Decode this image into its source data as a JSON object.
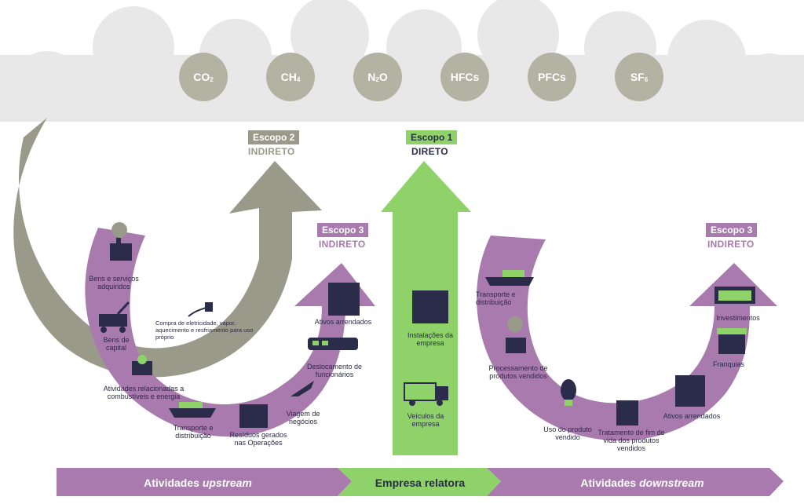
{
  "gases": [
    {
      "base": "CO",
      "sub": "2"
    },
    {
      "base": "CH",
      "sub": "4"
    },
    {
      "base": "N",
      "sub": "2",
      "suffix": "O"
    },
    {
      "base": "HFCs",
      "sub": ""
    },
    {
      "base": "PFCs",
      "sub": ""
    },
    {
      "base": "SF",
      "sub": "6"
    }
  ],
  "scopes": {
    "scope2": {
      "title": "Escopo 2",
      "type": "INDIRETO"
    },
    "scope1": {
      "title": "Escopo 1",
      "type": "DIRETO"
    },
    "scope3_up": {
      "title": "Escopo 3",
      "type": "INDIRETO"
    },
    "scope3_down": {
      "title": "Escopo 3",
      "type": "INDIRETO"
    }
  },
  "upstream": {
    "bens_servicos": "Bens e serviços adquiridos",
    "bens_capital": "Bens de capital",
    "atividades_combustiveis": "Atividades relacionadas a combustíveis e energia",
    "transporte": "Transporte e distribuição",
    "residuos": "Resíduos gerados nas Operações",
    "viagem": "Viagem de negócios",
    "deslocamento": "Deslocamento de funcionários",
    "ativos_arrendados": "Ativos arrendados",
    "eletricidade": "Compra de eletricidade, vapor, aquecimento e resfriamento para uso próprio"
  },
  "company": {
    "instalacoes": "Instalações da empresa",
    "veiculos": "Veículos da empresa"
  },
  "downstream": {
    "transporte": "Transporte e distribuição",
    "processamento": "Processamento de produtos vendidos",
    "uso_produto": "Uso do produto vendido",
    "tratamento": "Tratamento de fim de vida dos produtos vendidos",
    "ativos_arrendados": "Ativos arrendados",
    "franquias": "Franquias",
    "investimentos": "Investimentos"
  },
  "bottom_bar": {
    "upstream_prefix": "Atividades ",
    "upstream_em": "upstream",
    "middle": "Empresa relatora",
    "downstream_prefix": "Atividades ",
    "downstream_em": "downstream"
  },
  "colors": {
    "purple": "#a87aae",
    "green": "#8fd26a",
    "gray": "#9a9a8a",
    "cloud": "#e7e7e7",
    "gas": "#b3b3a3",
    "navy": "#2b2b4a"
  }
}
